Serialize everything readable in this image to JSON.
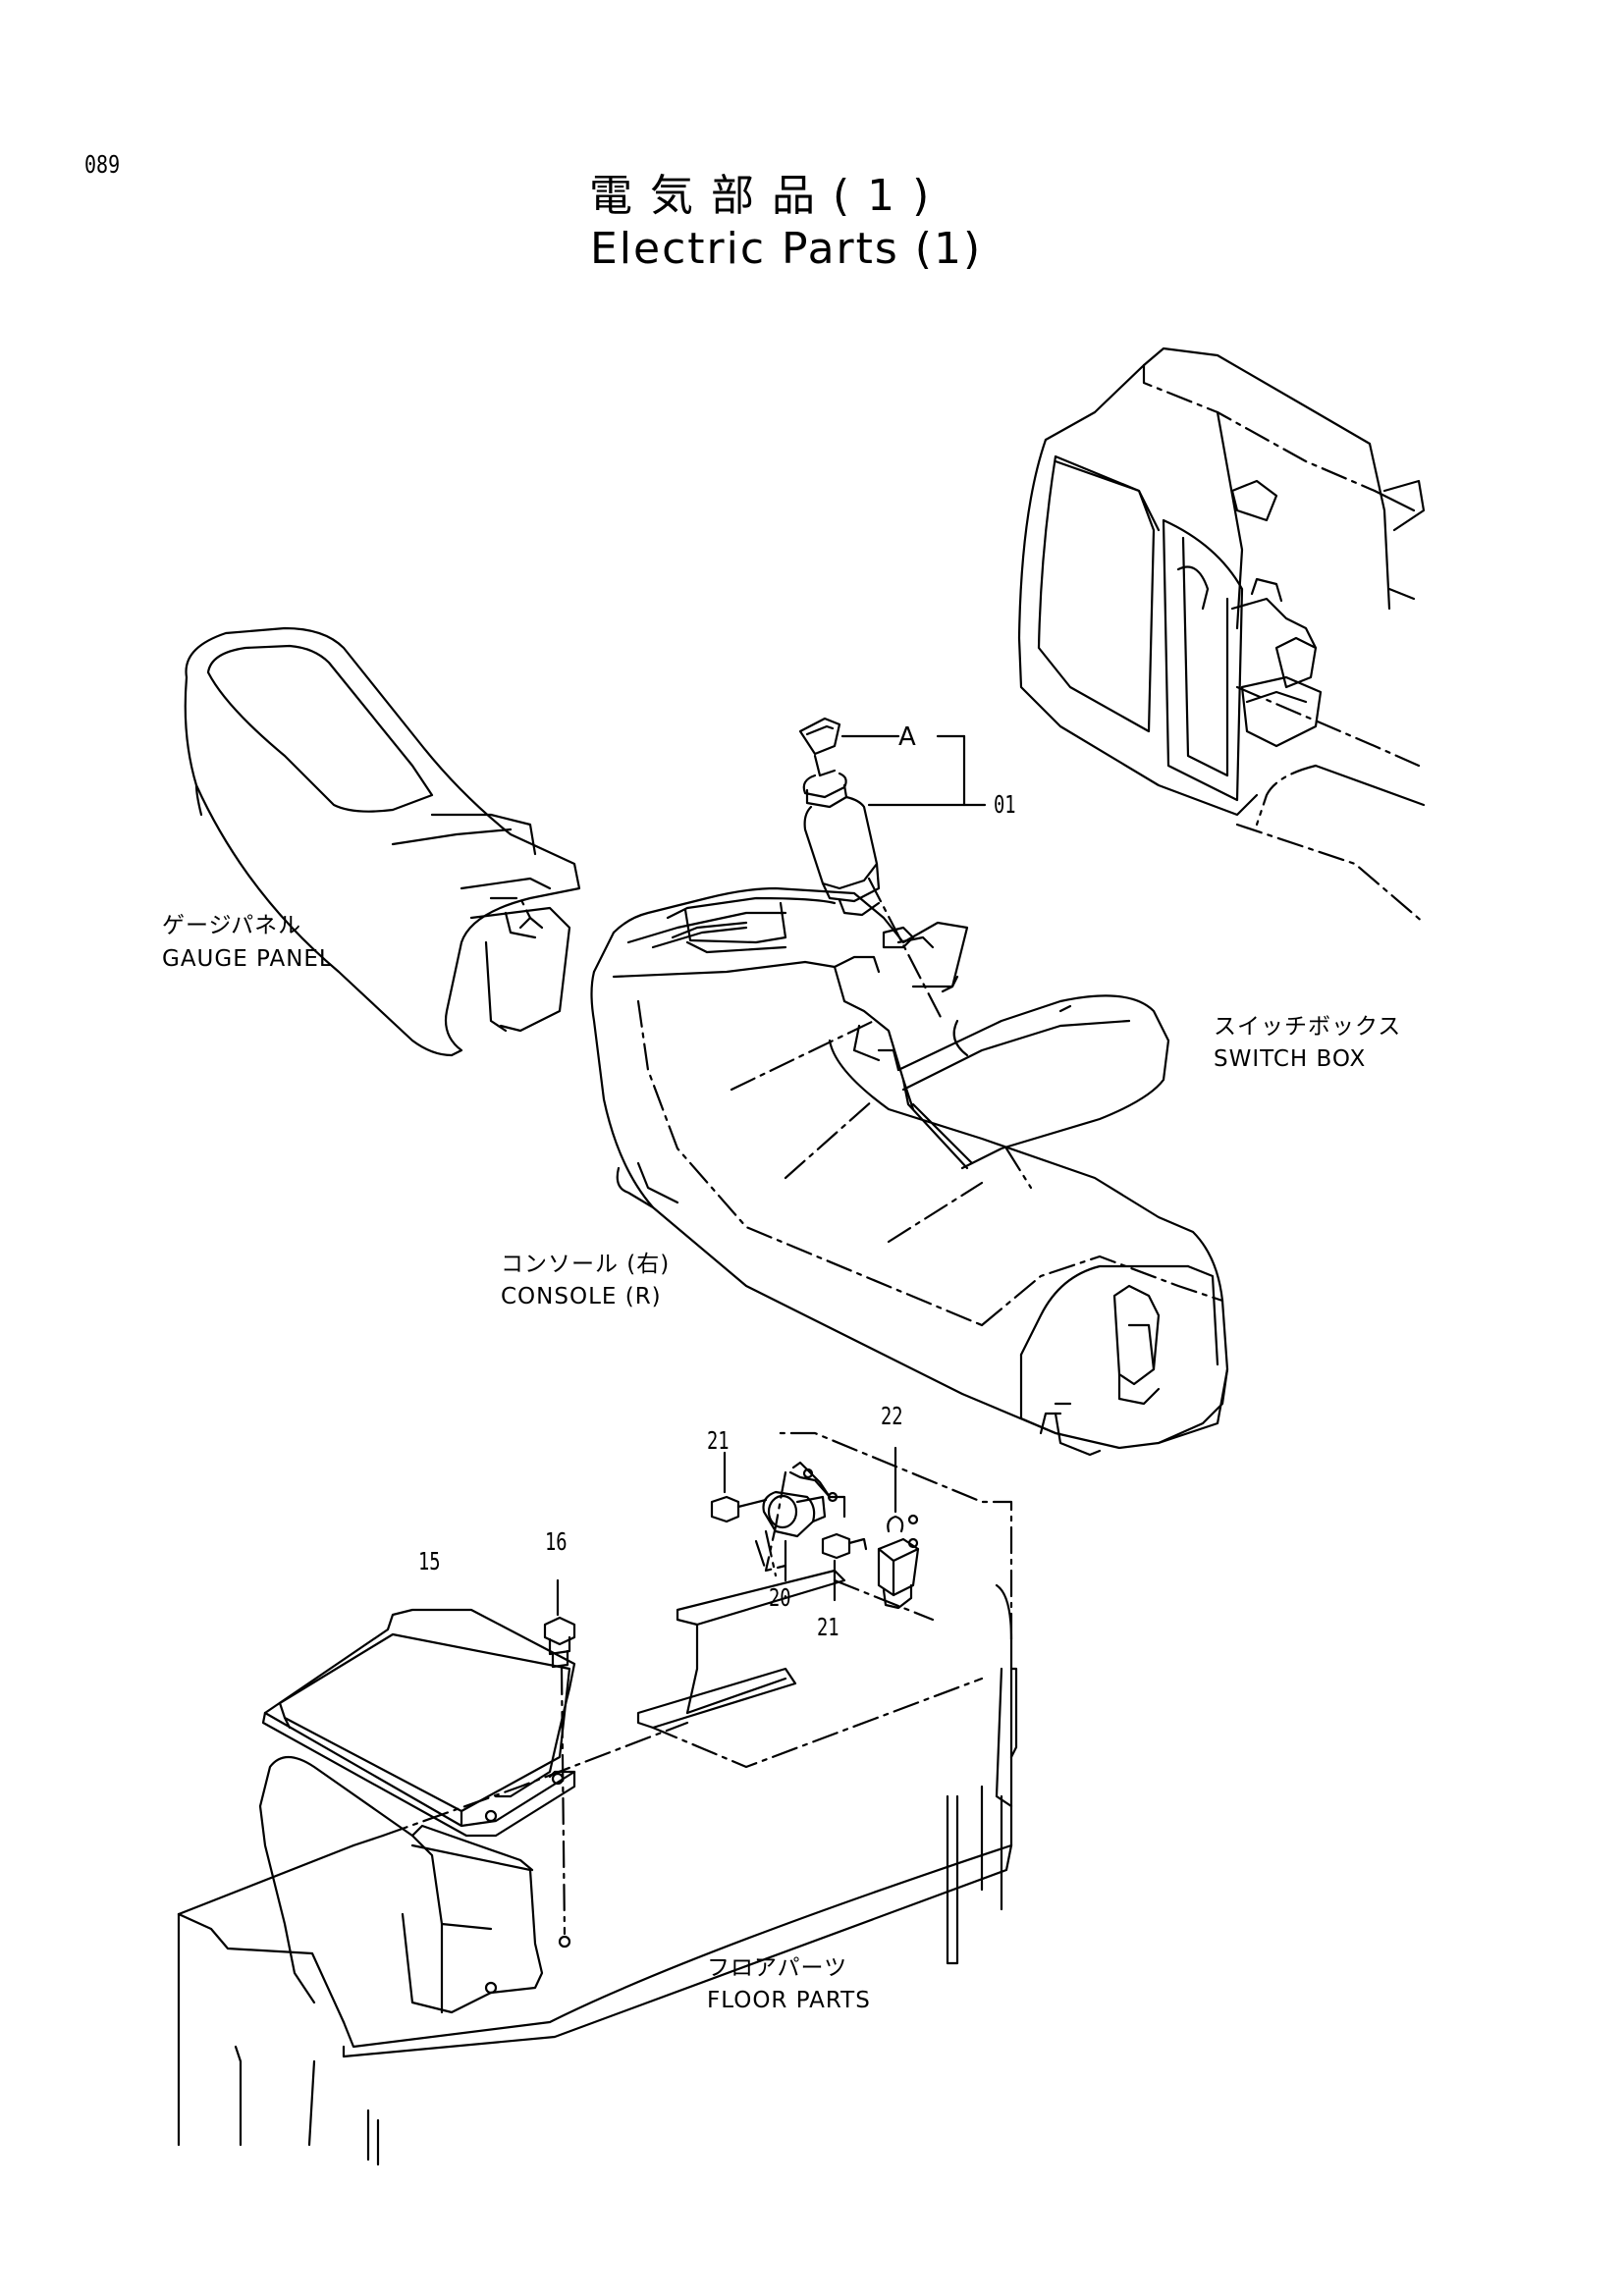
{
  "page_number": "089",
  "title": {
    "japanese": "電気部品(1)",
    "english": "Electric Parts (1)"
  },
  "assemblies": {
    "gauge_panel": {
      "jp": "ゲージパネル",
      "en": "GAUGE PANEL"
    },
    "switch_box": {
      "jp": "スイッチボックス",
      "en": "SWITCH BOX"
    },
    "console_r": {
      "jp": "コンソール (右)",
      "en": "CONSOLE (R)"
    },
    "floor_parts": {
      "jp": "フロアパーツ",
      "en": "FLOOR PARTS"
    }
  },
  "callouts": {
    "a": "A",
    "p01": "01",
    "p15": "15",
    "p16": "16",
    "p20": "20",
    "p21_top": "21",
    "p21_bottom": "21",
    "p22": "22"
  }
}
